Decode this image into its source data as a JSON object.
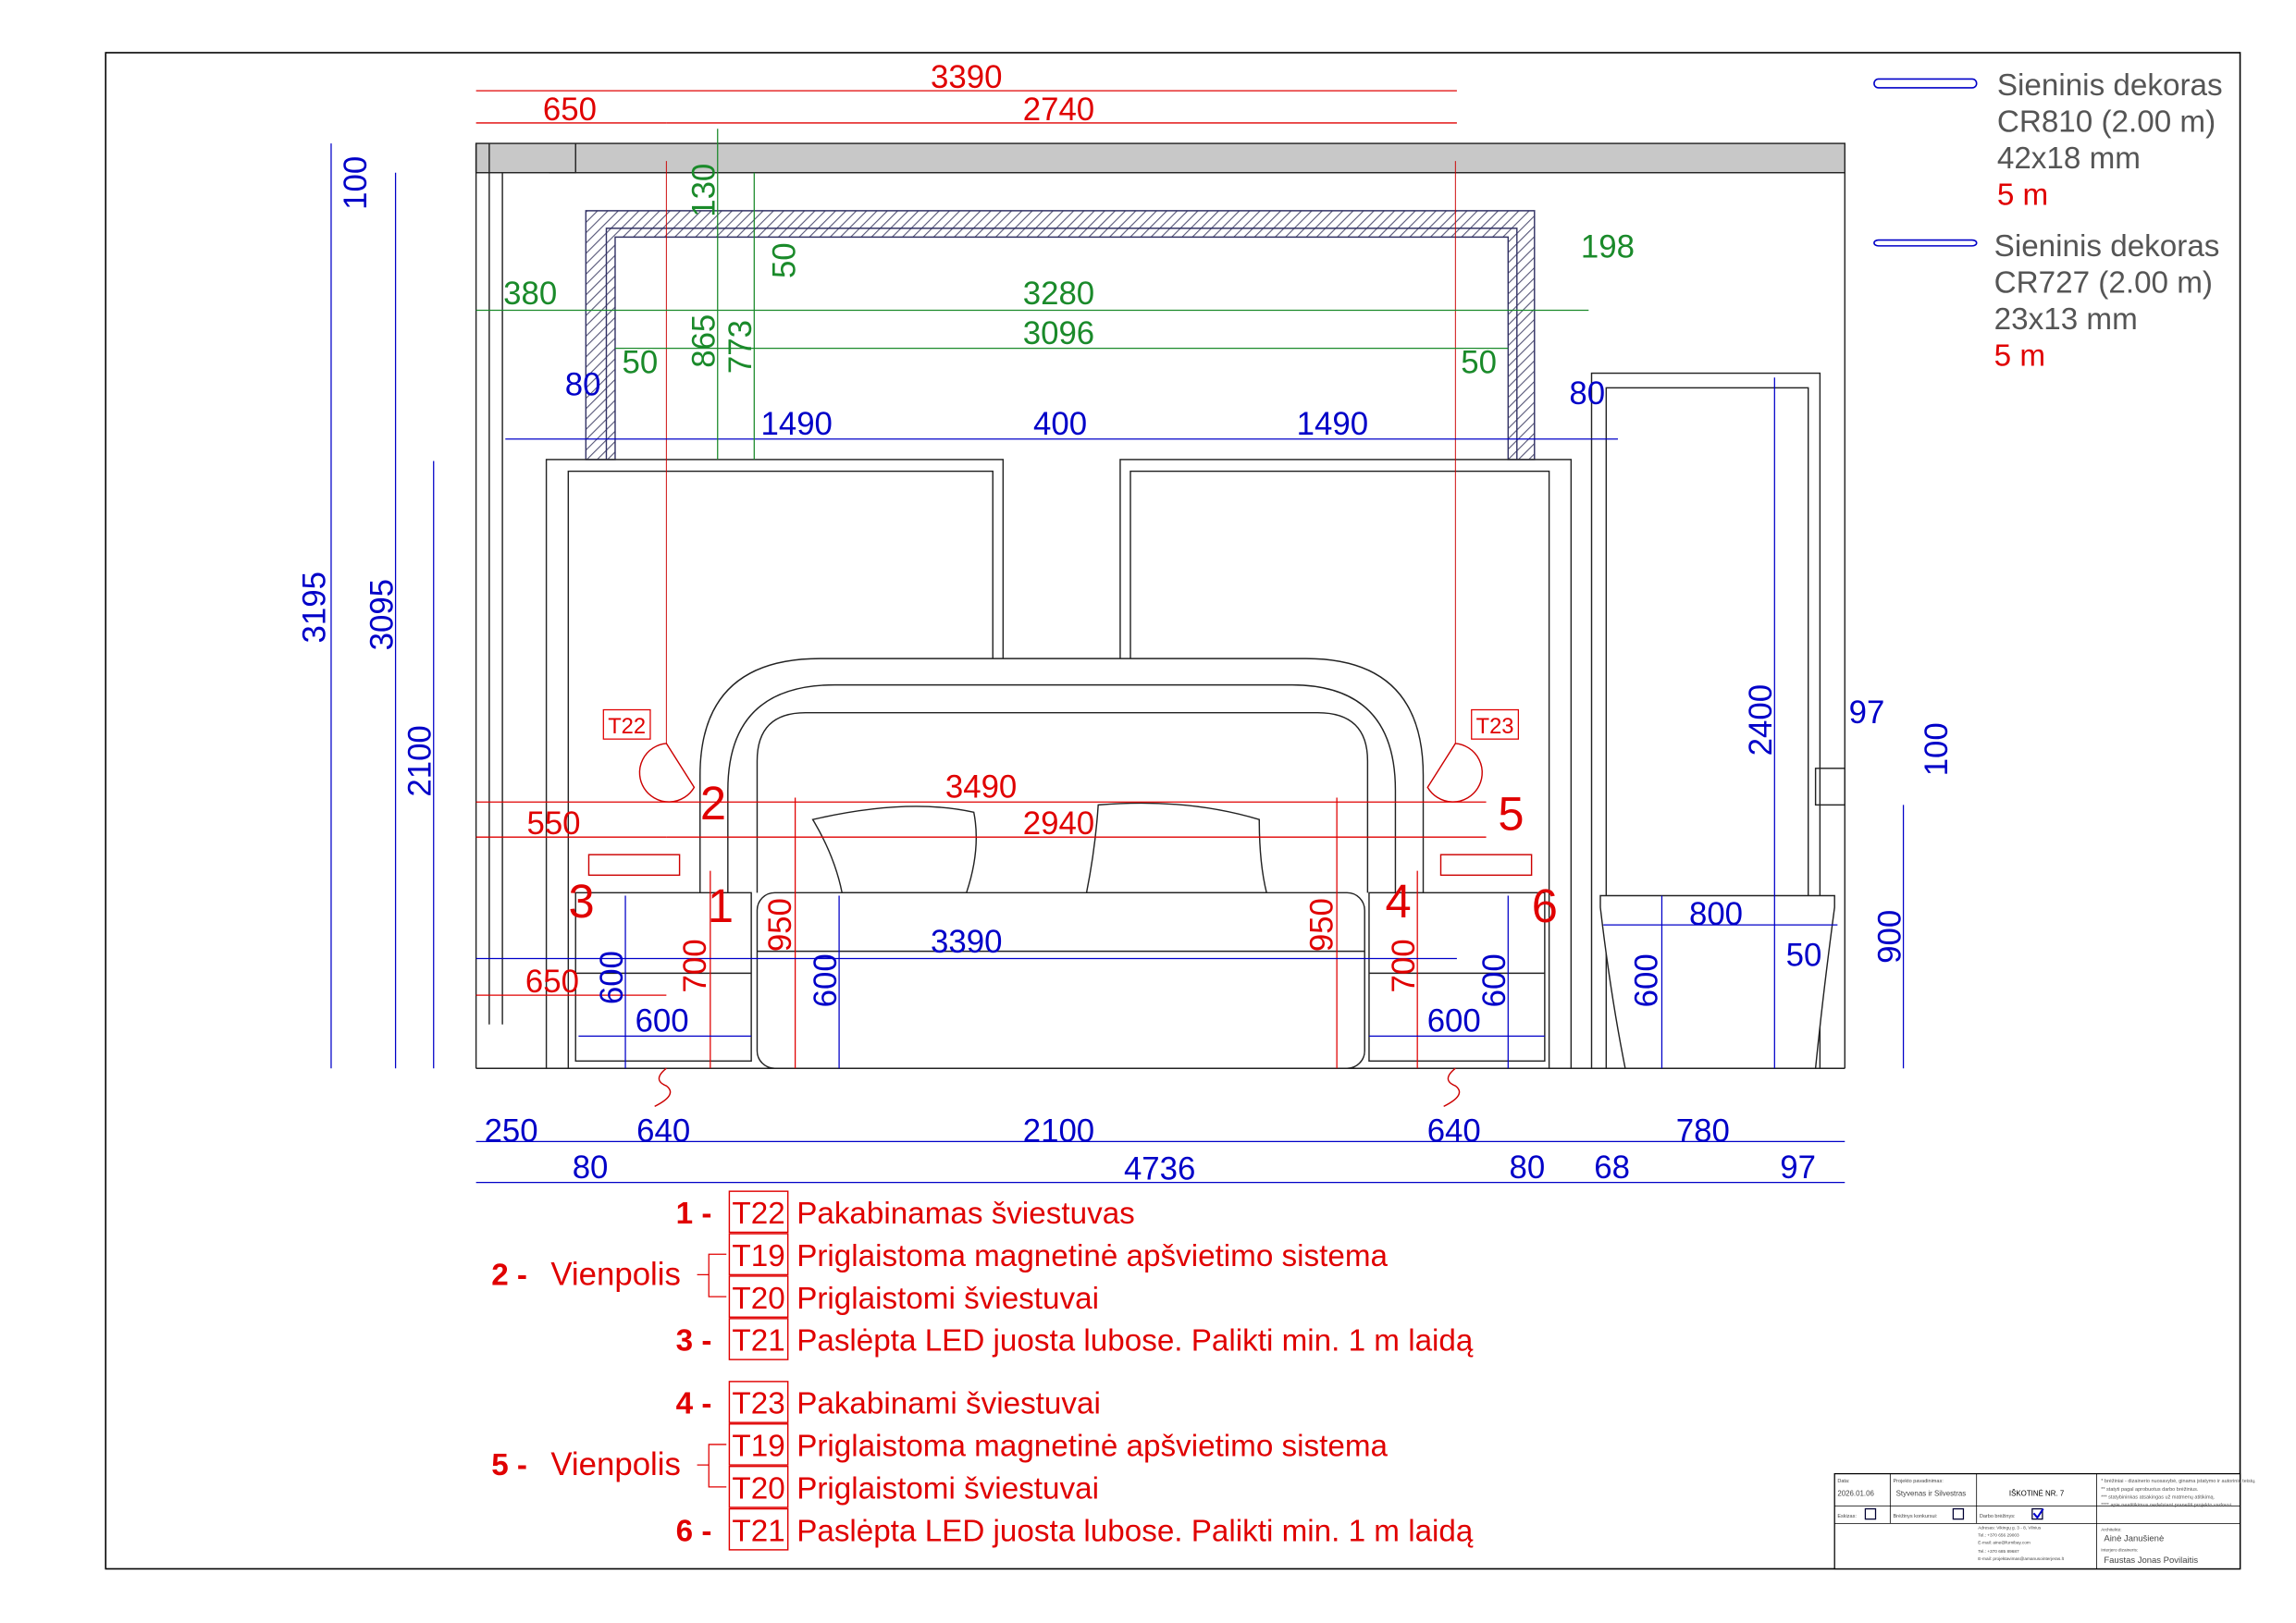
{
  "colors": {
    "red": "#e00000",
    "blue": "#0000c8",
    "green": "#1a8a2a",
    "gray": "#555555"
  },
  "legend_profiles": [
    {
      "name": "Sieninis dekoras",
      "code": "CR810 (2.00 m)",
      "size": "42x18 mm",
      "qty": "5 m"
    },
    {
      "name": "Sieninis dekoras",
      "code": "CR727 (2.00 m)",
      "size": "23x13 mm",
      "qty": "5 m"
    }
  ],
  "fixture_tags": {
    "left": "T22",
    "right": "T23"
  },
  "callouts": [
    "1",
    "2",
    "3",
    "4",
    "5",
    "6"
  ],
  "dimensions": {
    "red": {
      "top_total": "3390",
      "top_left": "650",
      "top_right": "2740",
      "mid_total": "3490",
      "mid_left": "550",
      "mid_right": "2940",
      "low_left": "650",
      "h_left_950": "950",
      "h_right_950": "950",
      "h_left_700": "700",
      "h_right_700": "700"
    },
    "blue": {
      "h100": "100",
      "h3195": "3195",
      "h3095": "3095",
      "h2100": "2100",
      "w80_left": "80",
      "w1490_left": "1490",
      "w400": "400",
      "w1490_right": "1490",
      "w80_right": "80",
      "h2400": "2400",
      "w97_top": "97",
      "h100_right": "100",
      "w800": "800",
      "w50": "50",
      "h900": "900",
      "h600_sink": "600",
      "w3390": "3390",
      "h600_ns_left": "600",
      "w600_left": "600",
      "h600_bed": "600",
      "h600_ns_right": "600",
      "w600_right": "600",
      "b250": "250",
      "b640_left": "640",
      "b2100": "2100",
      "b640_right": "640",
      "b780": "780",
      "b80_left": "80",
      "b4736": "4736",
      "b80_right": "80",
      "b68": "68",
      "b97": "97"
    },
    "green": {
      "h130": "130",
      "h50_top": "50",
      "w380": "380",
      "w3280": "3280",
      "w198": "198",
      "w3096": "3096",
      "w50_left": "50",
      "h865": "865",
      "h773": "773",
      "w50_right": "50"
    }
  },
  "notes": [
    {
      "num": "1 -",
      "group": "",
      "tag": "T22",
      "text": "Pakabinamas šviestuvas"
    },
    {
      "num": "2 -",
      "group": "Vienpolis",
      "tag": "T19",
      "text": "Priglaistoma magnetinė apšvietimo sistema"
    },
    {
      "num": "",
      "group": "",
      "tag": "T20",
      "text": "Priglaistomi šviestuvai"
    },
    {
      "num": "3 -",
      "group": "",
      "tag": "T21",
      "text": "Paslėpta LED juosta lubose. Palikti min. 1 m laidą"
    },
    {
      "num": "4 -",
      "group": "",
      "tag": "T23",
      "text": "Pakabinami šviestuvai"
    },
    {
      "num": "5 -",
      "group": "Vienpolis",
      "tag": "T19",
      "text": "Priglaistoma magnetinė apšvietimo sistema"
    },
    {
      "num": "",
      "group": "",
      "tag": "T20",
      "text": "Priglaistomi šviestuvai"
    },
    {
      "num": "6 -",
      "group": "",
      "tag": "T21",
      "text": "Paslėpta LED juosta lubose. Palikti min. 1 m laidą"
    }
  ],
  "title_block": {
    "date_label": "Data:",
    "date": "2026.01.06",
    "project_label": "Projekto pavadinimas:",
    "project": "Styvenas ir Silvestras",
    "sheet": "IŠKOTINĖ NR. 7",
    "disclaimer": [
      "* brėžiniai - dizainerio nuosavybė, ginama įstatymo ir autorinių teisių.",
      "** statyti pagal aprobuotus darbo brėžinius.",
      "*** statybininkas atsakingas už matmenų atitikimą.",
      "**** apie neatitikimus nedelsiant pranešti projekto vadovui."
    ],
    "sketch_label": "Eskizas:",
    "competition_label": "Brėžinys konkursui:",
    "working_label": "Darbo brėžinys:",
    "working_checked": true,
    "address": "Adresas: Vikingų g. 3 - 8, Vilnius",
    "tel1": "Tel.: +370 656 29003",
    "email1": "E-mail: aine@furnibay.com",
    "tel2": "Tel.: +370 685 89687",
    "email2": "E-mail: projektavimas@amanusointerjeras.lt",
    "architect_label": "Architektė:",
    "architect": "Ainė Janušienė",
    "designer_label": "Interjero dizaineris:",
    "designer": "Faustas Jonas Povilaitis"
  }
}
